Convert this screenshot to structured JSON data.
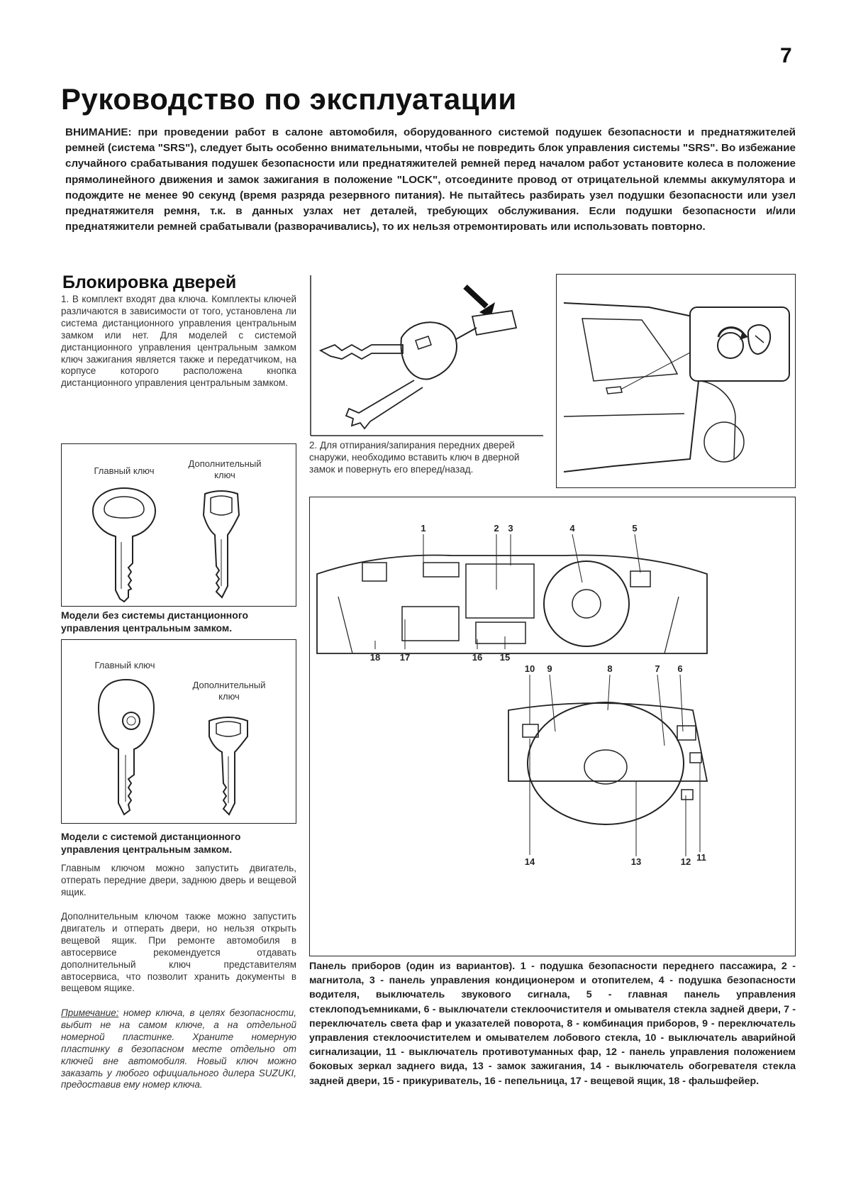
{
  "page": {
    "number": "7",
    "title": "Руководство по эксплуатации"
  },
  "warning": {
    "label": "ВНИМАНИЕ:",
    "text": " при проведении работ в салоне автомобиля, оборудованного системой подушек безопасности и преднатяжителей ремней (система \"SRS\"), следует быть особенно внимательными, чтобы не повредить блок управления системы \"SRS\". Во избежание случайного срабатывания подушек безопасности или преднатяжителей ремней перед началом работ установите колеса в положение прямолинейного движения и замок зажигания в положение \"LOCK\", отсоедините провод от отрицательной клеммы аккумулятора и подождите не менее 90 секунд (время разряда резервного питания). Не пытайтесь разбирать узел подушки безопасности или узел преднатяжителя ремня, т.к. в данных узлах нет деталей, требующих обслуживания. Если подушки безопасности и/или преднатяжители ремней срабатывали (разворачивались), то их нельзя отремонтировать или использовать повторно."
  },
  "door_lock": {
    "heading": "Блокировка дверей",
    "step1": "1. В комплект входят два ключа. Комплекты ключей различаются в зависимости от того, установлена ли система дистанционного управления центральным замком или нет. Для моделей с системой дистанционного управления центральным замком ключ зажигания является также и передатчиком, на корпусе которого расположена кнопка дистанционного управления центральным замком.",
    "step2": "2. Для отпирания/запирания передних дверей снаружи, необходимо вставить ключ в дверной замок и повернуть его вперед/назад."
  },
  "key_figure_1": {
    "main_key_label": "Главный ключ",
    "extra_key_label": "Дополнительный ключ",
    "caption": "Модели без системы дистанционного управления центральным замком."
  },
  "key_figure_2": {
    "main_key_label": "Главный ключ",
    "extra_key_label": "Дополнительный ключ",
    "caption": "Модели с системой дистанционного управления центральным замком."
  },
  "keys_text": {
    "paragraph1": "Главным ключом можно запустить двигатель, отперать передние двери, заднюю дверь и вещевой ящик.",
    "paragraph2": "Дополнительным ключом также можно запустить двигатель и отперать двери, но нельзя открыть вещевой ящик. При ремонте автомобиля в автосервисе рекомендуется отдавать дополнительный ключ представителям автосервиса, что позволит хранить документы в вещевом ящике.",
    "note_prefix": "Примечание:",
    "note_text": " номер ключа, в целях безопасности, выбит не на самом ключе, а на отдельной номерной пластинке. Храните номерную пластинку в безопасном месте отдельно от ключей вне автомобиля. Новый ключ можно заказать у любого официального дилера SUZUKI, предоставив ему номер ключа."
  },
  "dashboard_figure": {
    "top_callouts": [
      "1",
      "2",
      "3",
      "4",
      "5"
    ],
    "bottom_callouts": [
      "18",
      "17",
      "16",
      "15"
    ],
    "wheel_top_callouts": [
      "10",
      "9",
      "8",
      "7",
      "6"
    ],
    "wheel_bottom_callouts": [
      "14",
      "13",
      "12",
      "11"
    ],
    "caption": "Панель приборов (один из вариантов). 1 - подушка безопасности переднего пассажира, 2 - магнитола, 3 - панель управления кондиционером и отопителем, 4 - подушка безопасности водителя, выключатель звукового сигнала, 5 - главная панель управления стеклоподъемниками, 6 - выключатели стеклоочистителя и омывателя стекла задней двери, 7 - переключатель света фар и указателей поворота, 8 - комбинация приборов, 9 - переключатель управления стеклоочистителем и омывателем лобового стекла, 10 - выключатель аварийной сигнализации, 11 - выключатель противотуманных фар, 12 - панель управления положением боковых зеркал заднего вида, 13 - замок зажигания, 14 - выключатель обогревателя стекла задней двери, 15 - прикуриватель, 16 - пепельница, 17 - вещевой ящик, 18 - фальшфейер."
  }
}
